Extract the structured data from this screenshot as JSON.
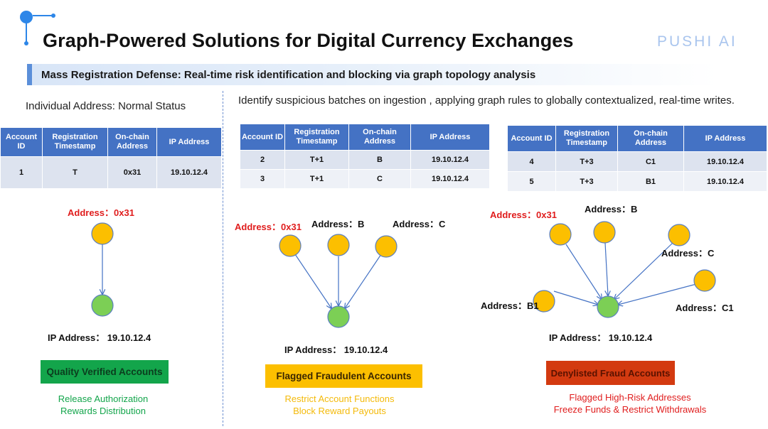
{
  "header": {
    "title": "Graph-Powered Solutions for Digital Currency Exchanges",
    "brand": "PUSHI AI",
    "subtitle": "Mass Registration Defense: Real-time risk identification and blocking via graph topology analysis"
  },
  "left_panel": {
    "heading": "Individual Address: Normal Status",
    "columns": [
      "Account ID",
      "Registration Timestamp",
      "On-chain Address",
      "IP Address"
    ],
    "rows": [
      [
        "1",
        "T",
        "0x31",
        "19.10.12.4"
      ]
    ],
    "source_label": "Address：0x31",
    "ip_label": "IP Address：  19.10.12.4",
    "badge": "Quality Verified Accounts",
    "notes": [
      "Release Authorization",
      "Rewards Distribution"
    ]
  },
  "right_panel": {
    "heading": "Identify suspicious batches on ingestion , applying graph rules to globally contextualized, real-time writes.",
    "table_a": {
      "columns": [
        "Account ID",
        "Registration Timestamp",
        "On-chain Address",
        "IP Address"
      ],
      "rows": [
        [
          "2",
          "T+1",
          "B",
          "19.10.12.4"
        ],
        [
          "3",
          "T+1",
          "C",
          "19.10.12.4"
        ]
      ]
    },
    "table_b": {
      "columns": [
        "Account ID",
        "Registration Timestamp",
        "On-chain Address",
        "IP Address"
      ],
      "rows": [
        [
          "4",
          "T+3",
          "C1",
          "19.10.12.4"
        ],
        [
          "5",
          "T+3",
          "B1",
          "19.10.12.4"
        ]
      ]
    }
  },
  "middle_graph": {
    "labels": {
      "a": "Address：0x31",
      "b": "Address：B",
      "c": "Address：C"
    },
    "ip_label": "IP Address：  19.10.12.4",
    "badge": "Flagged Fraudulent Accounts",
    "notes": [
      "Restrict Account Functions",
      "Block Reward Payouts"
    ]
  },
  "right_graph": {
    "labels": {
      "a": "Address：0x31",
      "b": "Address：B",
      "c": "Address：C",
      "b1": "Address：B1",
      "c1": "Address：C1"
    },
    "ip_label": "IP Address：  19.10.12.4",
    "badge": "Denylisted Fraud Accounts",
    "notes": [
      "Flagged High-Risk Addresses",
      "Freeze Funds & Restrict Withdrawals"
    ]
  },
  "colors": {
    "address_node": "#fcbf00",
    "ip_node": "#7ccf55",
    "edge": "#4472c4",
    "table_header": "#4472c4",
    "badge_green": "#13a54b",
    "badge_yellow": "#fcbf00",
    "badge_red": "#d33a10",
    "note_green": "#13a54b",
    "note_yellow": "#f4ba0a",
    "note_red": "#e01d1d"
  }
}
